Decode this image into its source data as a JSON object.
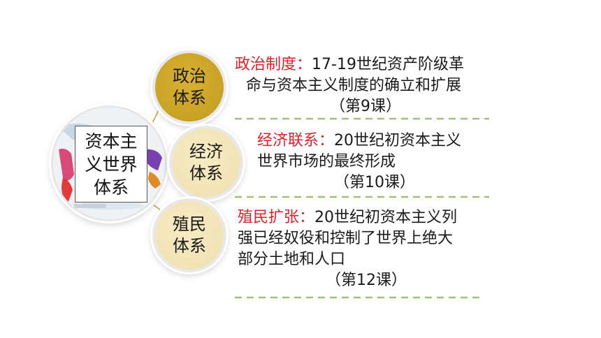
{
  "center": {
    "label": "资本主义世界体系"
  },
  "nodes": [
    {
      "label": "政治体系"
    },
    {
      "label": "经济体系"
    },
    {
      "label": "殖民体系"
    }
  ],
  "items": [
    {
      "heading": "政治制度：",
      "lines": [
        "17-19世纪资产阶级革",
        "命与资本主义制度的确立和扩展",
        "（第9课）"
      ]
    },
    {
      "heading": "经济联系：",
      "lines": [
        "20世纪初资本主义",
        "世界市场的最终形成",
        "（第10课）"
      ]
    },
    {
      "heading": "殖民扩张：",
      "lines": [
        "20世纪初资本主义列",
        "强已经奴役和控制了世界上绝大",
        "部分土地和人口",
        "（第12课）"
      ]
    }
  ],
  "colors": {
    "heading": "#e3202a",
    "gold": "#c8a224",
    "pale_gold": "#f2e3b5",
    "divider": "#9fbf7a"
  },
  "icons": [
    "world-map-image"
  ]
}
